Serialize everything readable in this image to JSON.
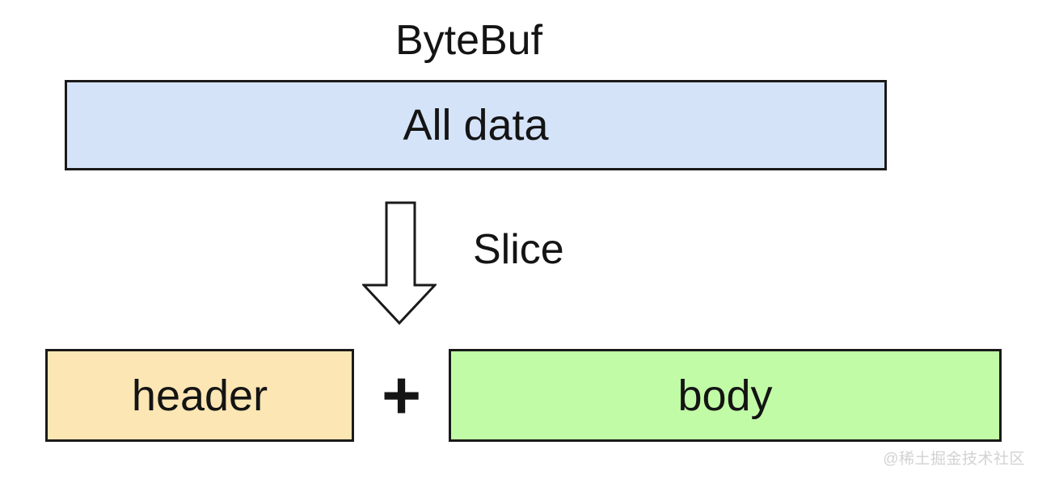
{
  "diagram": {
    "title": "ByteBuf",
    "source_box": {
      "label": "All data",
      "fill": "#d5e3f9",
      "border": "#1a1a1a"
    },
    "operation": {
      "label": "Slice",
      "arrow_direction": "down"
    },
    "plus_label": "+",
    "result_boxes": [
      {
        "label": "header",
        "fill": "#fce6b4",
        "border": "#1a1a1a"
      },
      {
        "label": "body",
        "fill": "#c1fba6",
        "border": "#1a1a1a"
      }
    ],
    "watermark": "@稀土掘金技术社区"
  },
  "colors": {
    "background": "#ffffff",
    "text": "#141414",
    "box_border": "#1a1a1a",
    "all_data_fill": "#d5e3f9",
    "header_fill": "#fce6b4",
    "body_fill": "#c1fba6",
    "watermark_text": "#d2d2d2"
  }
}
